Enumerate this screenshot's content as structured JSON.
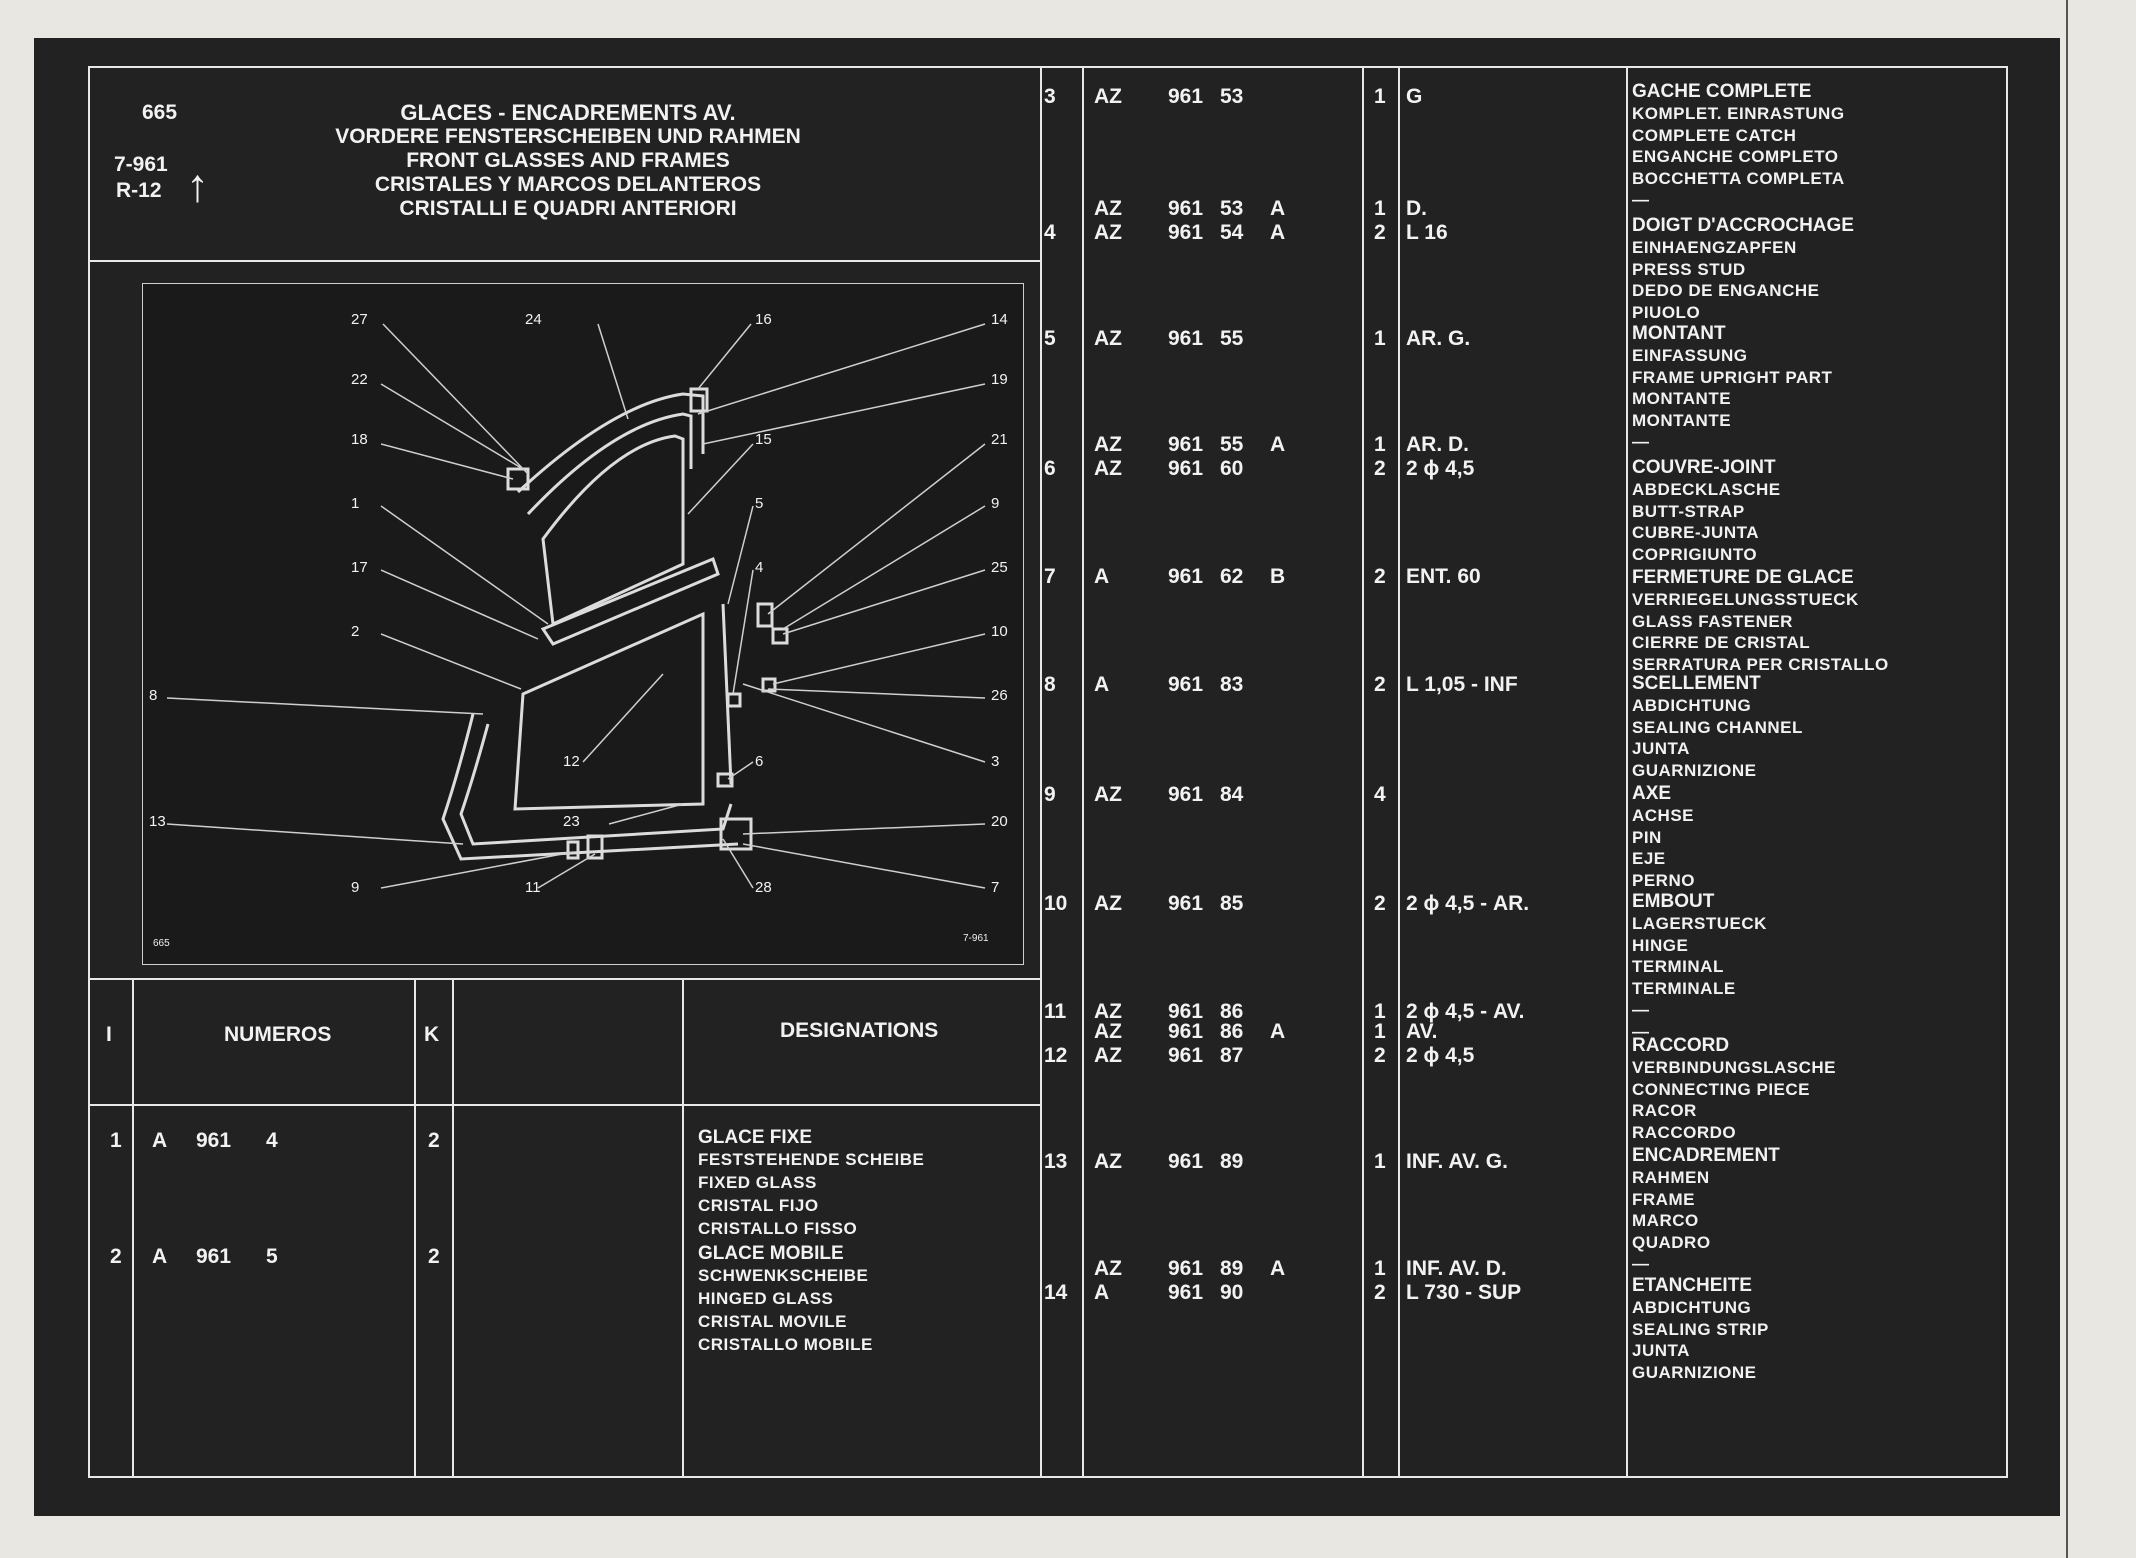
{
  "header": {
    "page": "665",
    "ref1": "7-961",
    "ref2": "R-12",
    "arrow": "↑",
    "titles": [
      "GLACES - ENCADREMENTS AV.",
      "VORDERE FENSTERSCHEIBEN UND RAHMEN",
      "FRONT GLASSES AND FRAMES",
      "CRISTALES Y MARCOS DELANTEROS",
      "CRISTALLI E QUADRI ANTERIORI"
    ]
  },
  "diagram": {
    "code_left": "665",
    "code_right": "7-961",
    "callouts": [
      "27",
      "24",
      "16",
      "14",
      "22",
      "19",
      "18",
      "15",
      "21",
      "1",
      "5",
      "9",
      "17",
      "4",
      "25",
      "2",
      "10",
      "8",
      "26",
      "12",
      "6",
      "3",
      "13",
      "23",
      "20",
      "9",
      "11",
      "28",
      "7"
    ]
  },
  "table_header": {
    "i": "I",
    "numeros": "NUMEROS",
    "k": "K",
    "designations": "DESIGNATIONS"
  },
  "left_rows": [
    {
      "i": "1",
      "pre": "A",
      "n1": "961",
      "n2": "4",
      "suf": "",
      "k": "2",
      "desig": [
        "GLACE FIXE",
        "FESTSTEHENDE SCHEIBE",
        "FIXED GLASS",
        "CRISTAL FIJO",
        "CRISTALLO FISSO"
      ]
    },
    {
      "i": "2",
      "pre": "A",
      "n1": "961",
      "n2": "5",
      "suf": "",
      "k": "2",
      "desig": [
        "GLACE MOBILE",
        "SCHWENKSCHEIBE",
        "HINGED GLASS",
        "CRISTAL MOVILE",
        "CRISTALLO MOBILE"
      ]
    }
  ],
  "right_lines": [
    {
      "i": "3",
      "pre": "AZ",
      "n1": "961",
      "n2": "53",
      "suf": "",
      "k": "1",
      "note": "G"
    },
    {
      "i": "",
      "pre": "AZ",
      "n1": "961",
      "n2": "53",
      "suf": "A",
      "k": "1",
      "note": "D."
    },
    {
      "i": "4",
      "pre": "AZ",
      "n1": "961",
      "n2": "54",
      "suf": "A",
      "k": "2",
      "note": "L 16"
    },
    {
      "i": "5",
      "pre": "AZ",
      "n1": "961",
      "n2": "55",
      "suf": "",
      "k": "1",
      "note": "AR. G."
    },
    {
      "i": "",
      "pre": "AZ",
      "n1": "961",
      "n2": "55",
      "suf": "A",
      "k": "1",
      "note": "AR. D."
    },
    {
      "i": "6",
      "pre": "AZ",
      "n1": "961",
      "n2": "60",
      "suf": "",
      "k": "2",
      "note": "2 ϕ 4,5"
    },
    {
      "i": "7",
      "pre": "A",
      "n1": "961",
      "n2": "62",
      "suf": "B",
      "k": "2",
      "note": "ENT. 60"
    },
    {
      "i": "8",
      "pre": "A",
      "n1": "961",
      "n2": "83",
      "suf": "",
      "k": "2",
      "note": "L 1,05 - INF"
    },
    {
      "i": "9",
      "pre": "AZ",
      "n1": "961",
      "n2": "84",
      "suf": "",
      "k": "4",
      "note": ""
    },
    {
      "i": "10",
      "pre": "AZ",
      "n1": "961",
      "n2": "85",
      "suf": "",
      "k": "2",
      "note": "2 ϕ 4,5 - AR."
    },
    {
      "i": "11",
      "pre": "AZ",
      "n1": "961",
      "n2": "86",
      "suf": "",
      "k": "1",
      "note": "2 ϕ 4,5 - AV."
    },
    {
      "i": "",
      "pre": "AZ",
      "n1": "961",
      "n2": "86",
      "suf": "A",
      "k": "1",
      "note": "AV."
    },
    {
      "i": "12",
      "pre": "AZ",
      "n1": "961",
      "n2": "87",
      "suf": "",
      "k": "2",
      "note": "2 ϕ 4,5"
    },
    {
      "i": "13",
      "pre": "AZ",
      "n1": "961",
      "n2": "89",
      "suf": "",
      "k": "1",
      "note": "INF. AV. G."
    },
    {
      "i": "",
      "pre": "AZ",
      "n1": "961",
      "n2": "89",
      "suf": "A",
      "k": "1",
      "note": "INF. AV. D."
    },
    {
      "i": "14",
      "pre": "A",
      "n1": "961",
      "n2": "90",
      "suf": "",
      "k": "2",
      "note": "L 730 - SUP"
    }
  ],
  "right_desig": [
    {
      "bold": "GACHE COMPLETE",
      "lines": [
        "KOMPLET.  EINRASTUNG",
        "COMPLETE CATCH",
        "ENGANCHE COMPLETO",
        "BOCCHETTA COMPLETA",
        "—"
      ]
    },
    {
      "bold": "DOIGT D'ACCROCHAGE",
      "lines": [
        "EINHAENGZAPFEN",
        "PRESS STUD",
        "DEDO DE ENGANCHE",
        "PIUOLO"
      ]
    },
    {
      "bold": "MONTANT",
      "lines": [
        "EINFASSUNG",
        "FRAME UPRIGHT PART",
        "MONTANTE",
        "MONTANTE",
        "—"
      ]
    },
    {
      "bold": "COUVRE-JOINT",
      "lines": [
        "ABDECKLASCHE",
        "BUTT-STRAP",
        "CUBRE-JUNTA",
        "COPRIGIUNTO"
      ]
    },
    {
      "bold": "FERMETURE DE GLACE",
      "lines": [
        "VERRIEGELUNGSSTUECK",
        "GLASS FASTENER",
        "CIERRE DE CRISTAL",
        "SERRATURA PER CRISTALLO"
      ]
    },
    {
      "bold": "SCELLEMENT",
      "lines": [
        "ABDICHTUNG",
        "SEALING CHANNEL",
        "JUNTA",
        "GUARNIZIONE"
      ]
    },
    {
      "bold": "AXE",
      "lines": [
        "ACHSE",
        "PIN",
        "EJE",
        "PERNO"
      ]
    },
    {
      "bold": "EMBOUT",
      "lines": [
        "LAGERSTUECK",
        "HINGE",
        "TERMINAL",
        "TERMINALE",
        "—",
        "—"
      ]
    },
    {
      "bold": "RACCORD",
      "lines": [
        "VERBINDUNGSLASCHE",
        "CONNECTING PIECE",
        "RACOR",
        "RACCORDO"
      ]
    },
    {
      "bold": "ENCADREMENT",
      "lines": [
        "RAHMEN",
        "FRAME",
        "MARCO",
        "QUADRO",
        "—"
      ]
    },
    {
      "bold": "ETANCHEITE",
      "lines": [
        "ABDICHTUNG",
        "SEALING STRIP",
        "JUNTA",
        "GUARNIZIONE"
      ]
    }
  ]
}
